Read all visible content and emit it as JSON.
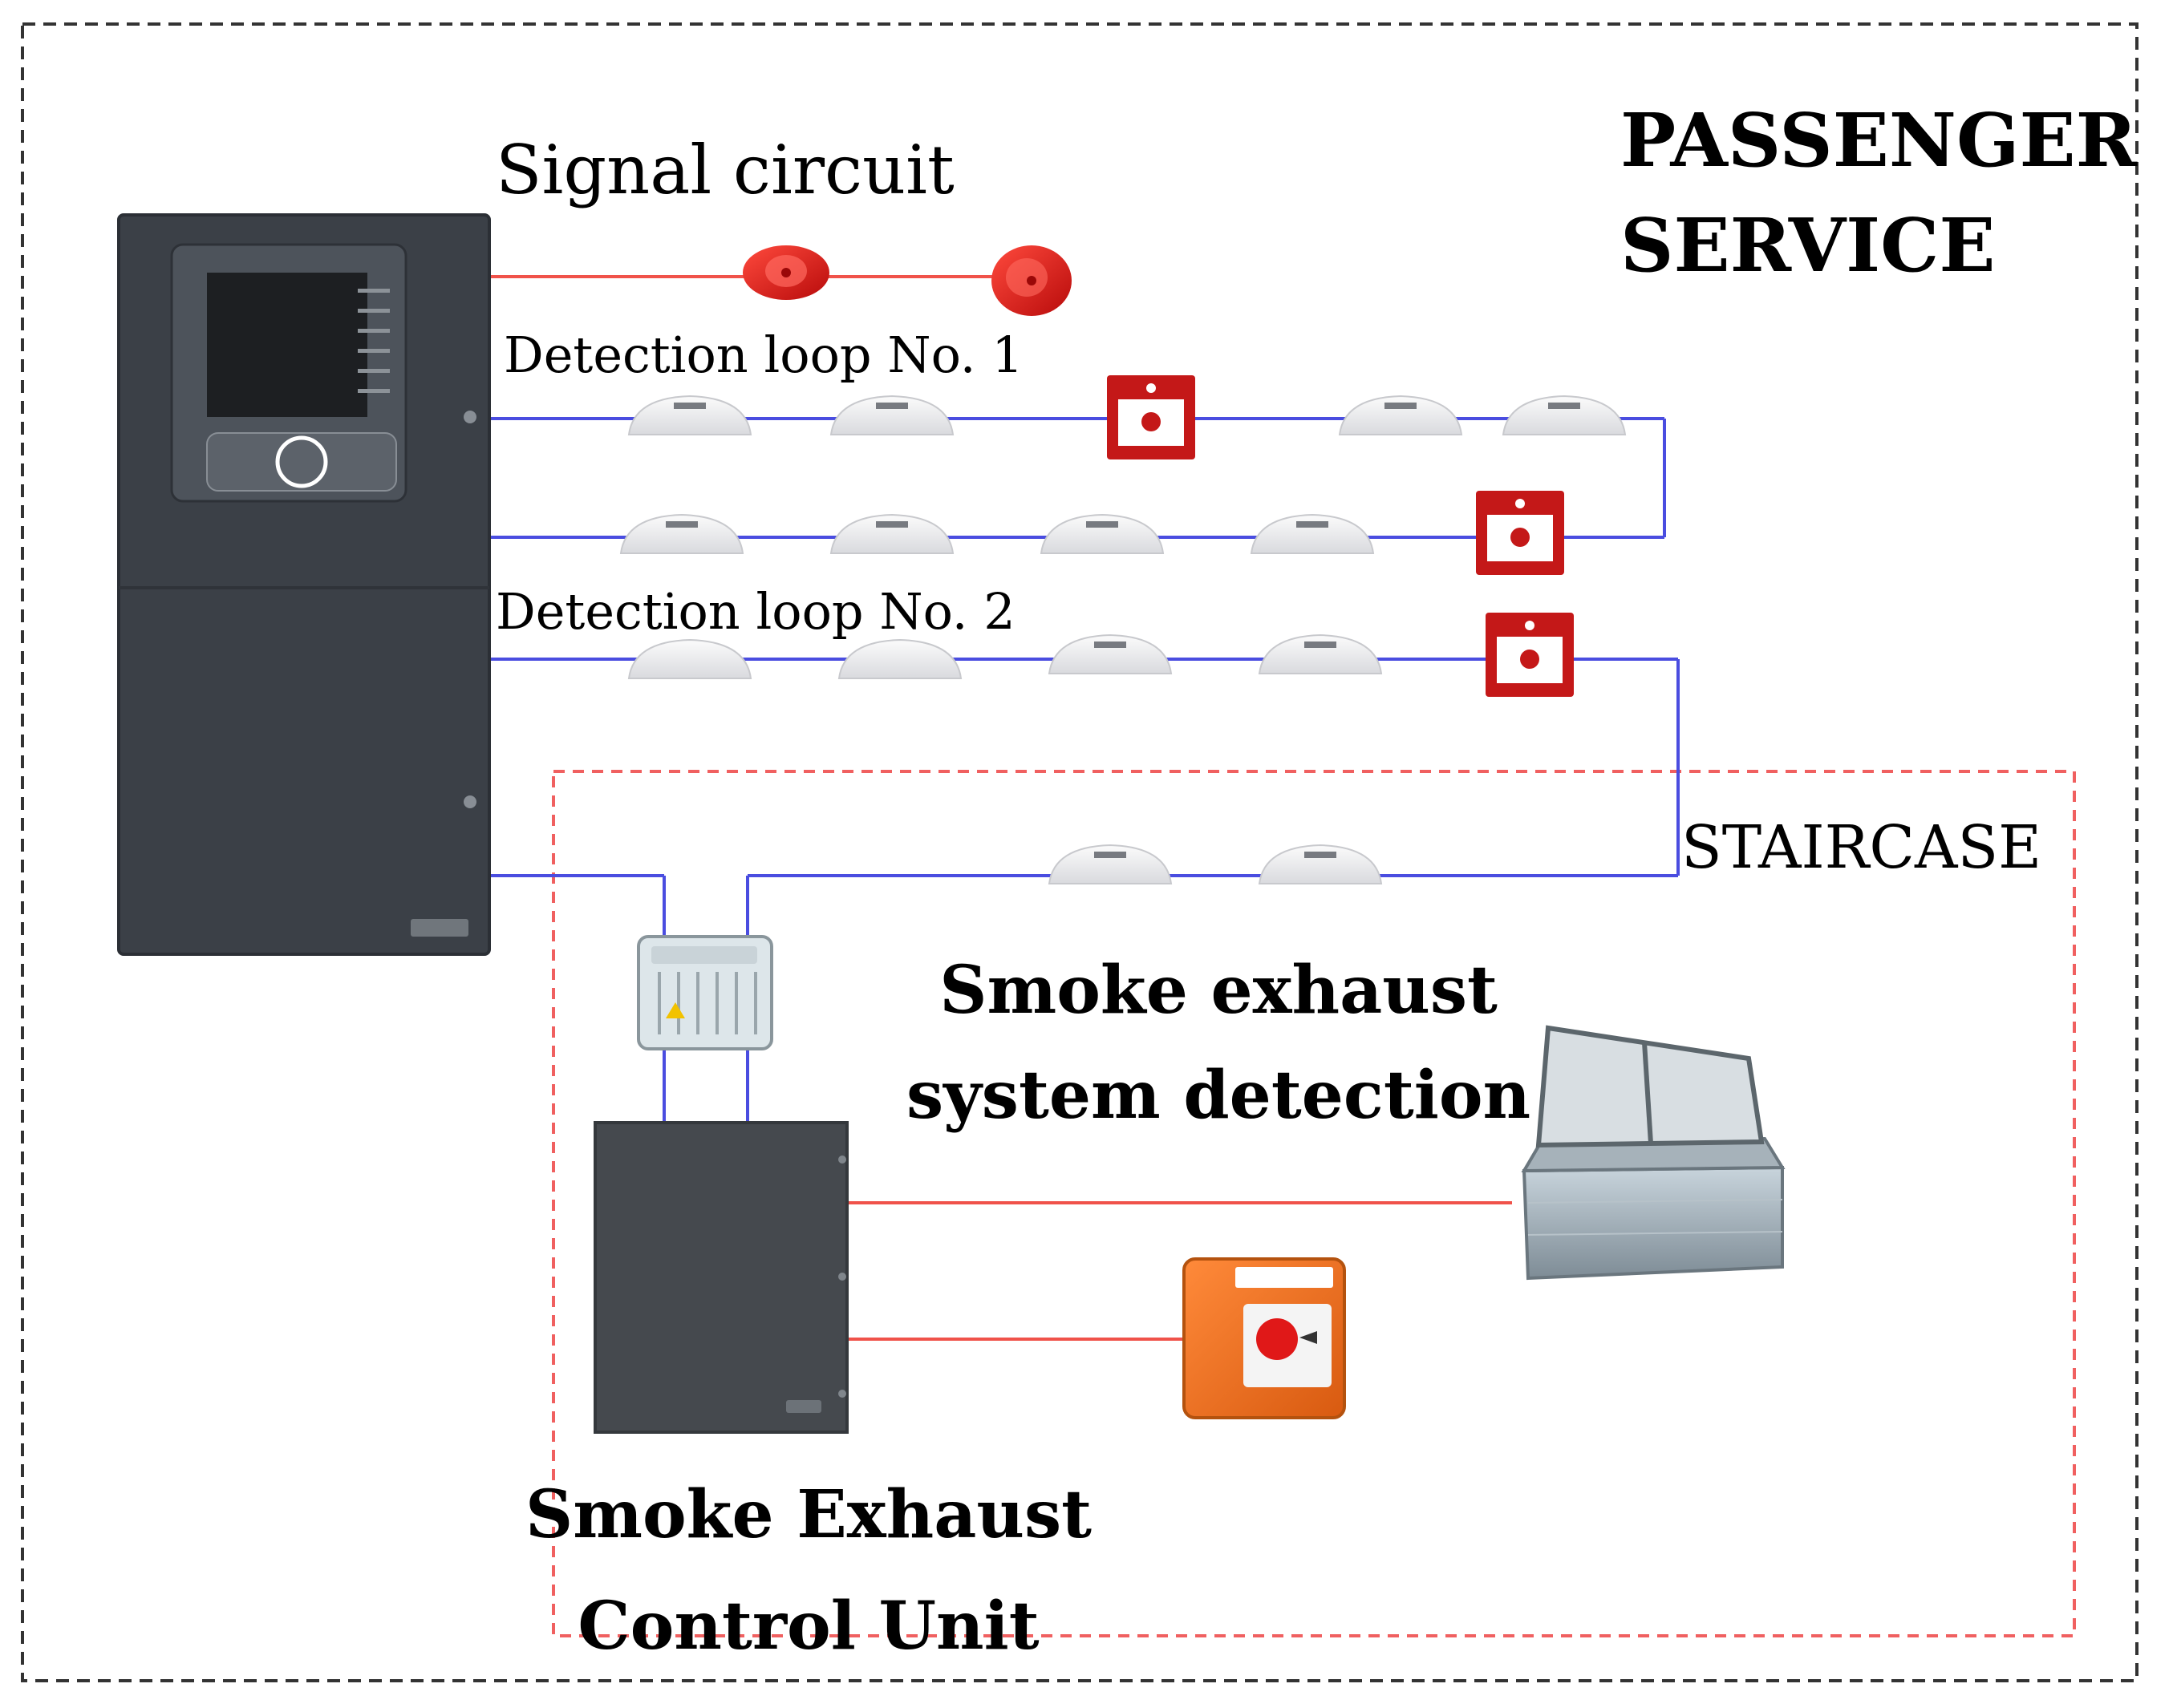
{
  "labels": {
    "signal_circuit": "Signal circuit",
    "detection_loop_1": "Detection loop No. 1",
    "detection_loop_2": "Detection loop No. 2",
    "zone_passenger_line1": "PASSENGER",
    "zone_passenger_line2": "SERVICE",
    "zone_staircase": "STAIRCASE",
    "smoke_detection_line1": "Smoke exhaust",
    "smoke_detection_line2": "system detection",
    "control_unit_line1": "Smoke Exhaust",
    "control_unit_line2": "Control Unit"
  },
  "colors": {
    "signal_wire": "#f0524a",
    "loop_wire": "#4a4de0",
    "zone_border_outer": "#333333",
    "zone_border_staircase": "#f06060",
    "panel_body": "#3b4047",
    "sounder_red": "#e01818",
    "call_point_red": "#c41818",
    "button_orange": "#f07020"
  },
  "icons": {
    "fire_panel": "fire-alarm-control-panel-icon",
    "sounder": "alarm-sounder-icon",
    "detector": "smoke-detector-icon",
    "call_point": "manual-call-point-icon",
    "module": "loop-interface-module-icon",
    "control_unit": "smoke-control-unit-icon",
    "vent": "smoke-vent-hatch-icon",
    "button": "smoke-vent-button-icon"
  }
}
